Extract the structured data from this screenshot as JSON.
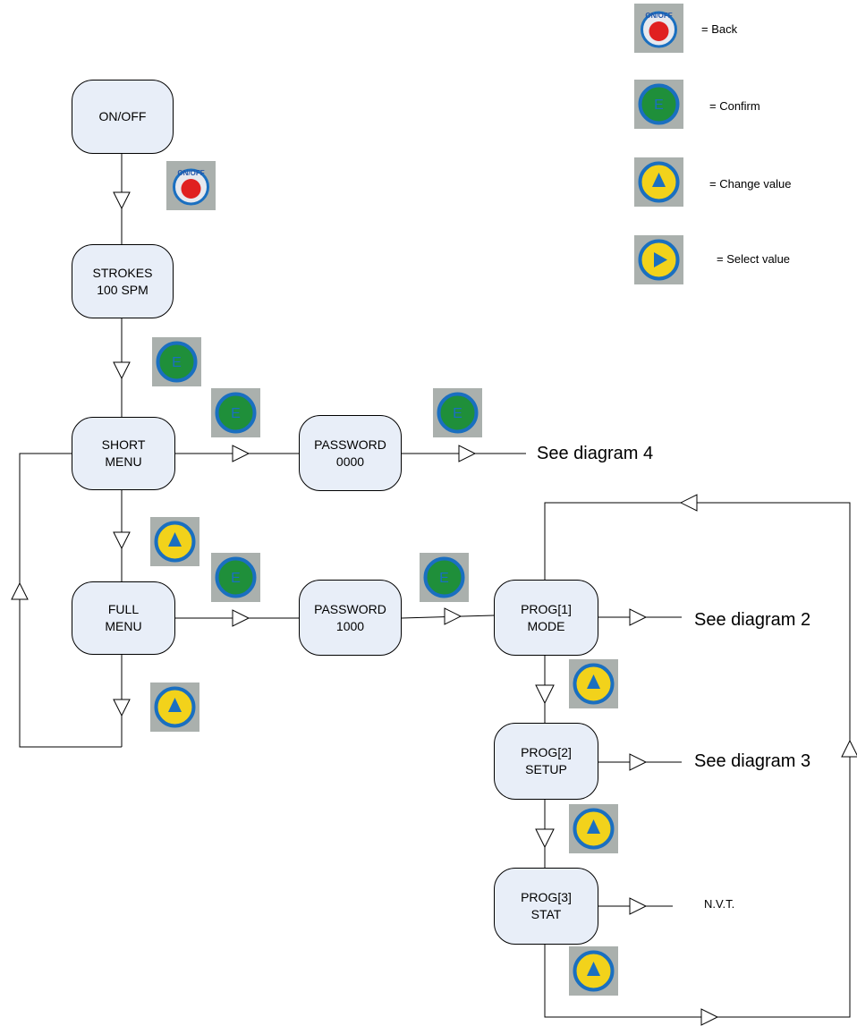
{
  "nodes": {
    "onoff": "ON/OFF",
    "strokes": "STROKES\n100 SPM",
    "short_menu": "SHORT\nMENU",
    "full_menu": "FULL\nMENU",
    "password_short": "PASSWORD\n0000",
    "password_full": "PASSWORD\n1000",
    "prog1": "PROG[1]\nMODE",
    "prog2": "PROG[2]\nSETUP",
    "prog3": "PROG[3]\nSTAT"
  },
  "labels": {
    "see4": "See diagram 4",
    "see2": "See diagram 2",
    "see3": "See diagram 3",
    "nvt": "N.V.T."
  },
  "legend": {
    "back": "= Back",
    "confirm": "= Confirm",
    "change": "= Change value",
    "select": "= Select value"
  },
  "button_icons": {
    "onoff_text": "ON/OFF",
    "onoff_color": "#e02020",
    "confirm_color": "#1f8f3a",
    "confirm_letter": "E",
    "ring_color": "#1a6fc0",
    "arrow_fill": "#f2d21b"
  }
}
